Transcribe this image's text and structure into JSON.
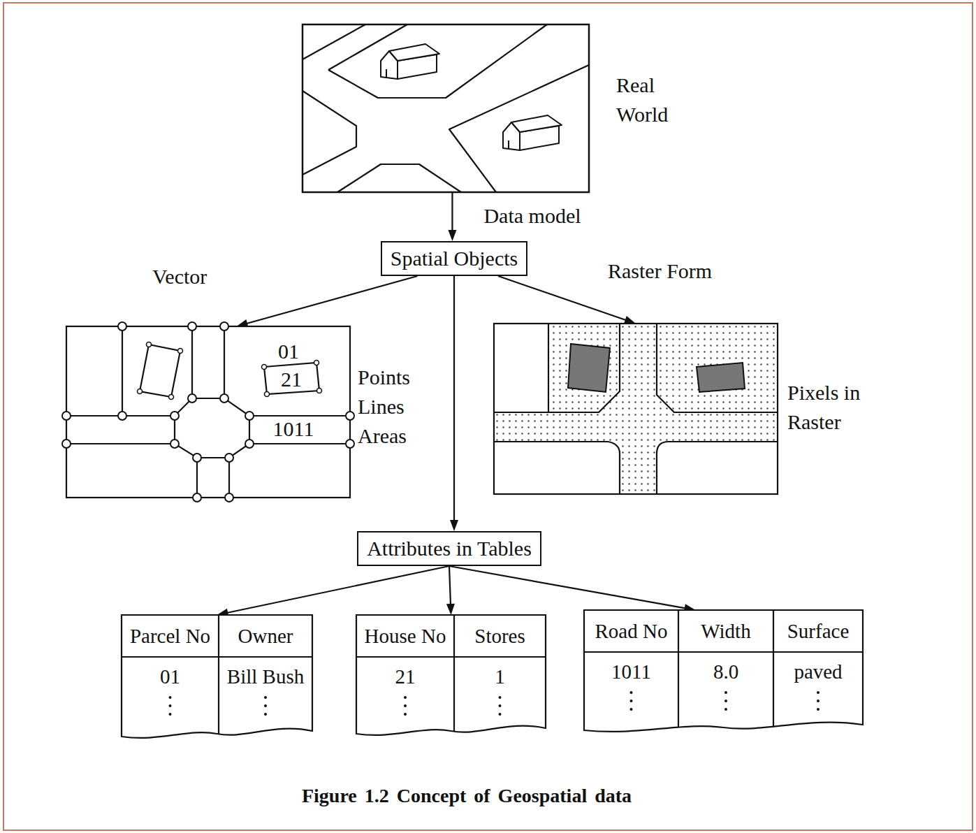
{
  "diagram": {
    "caption": "Figure 1.2 Concept of Geospatial data",
    "nodes": [
      {
        "text": [
          "Real World"
        ]
      },
      {
        "text": [
          "Spatial Objects"
        ]
      },
      {
        "text": [
          "Vector",
          "Points Lines Areas"
        ]
      },
      {
        "text": [
          "Raster Form",
          "Pixels in Raster"
        ]
      },
      {
        "text": [
          "Attributes in Tables"
        ]
      },
      {
        "text": [
          "Parcel No",
          "Owner",
          "01",
          "Bill Bush"
        ]
      },
      {
        "text": [
          "House No",
          "Stores",
          "21",
          "1"
        ]
      },
      {
        "text": [
          "Road No",
          "Width",
          "Surface",
          "1011",
          "8.0",
          "paved"
        ]
      }
    ],
    "edges": [
      {
        "from": 0,
        "to": 1,
        "arrow": "to",
        "label": "Data model"
      },
      {
        "from": 1,
        "to": 2,
        "arrow": "to"
      },
      {
        "from": 1,
        "to": 3,
        "arrow": "to"
      },
      {
        "from": 1,
        "to": 4,
        "arrow": "to"
      },
      {
        "from": 4,
        "to": 5,
        "arrow": "to"
      },
      {
        "from": 4,
        "to": 6,
        "arrow": "to"
      },
      {
        "from": 4,
        "to": 7,
        "arrow": "to"
      }
    ],
    "labels": [
      "01",
      "21",
      "1011"
    ]
  }
}
